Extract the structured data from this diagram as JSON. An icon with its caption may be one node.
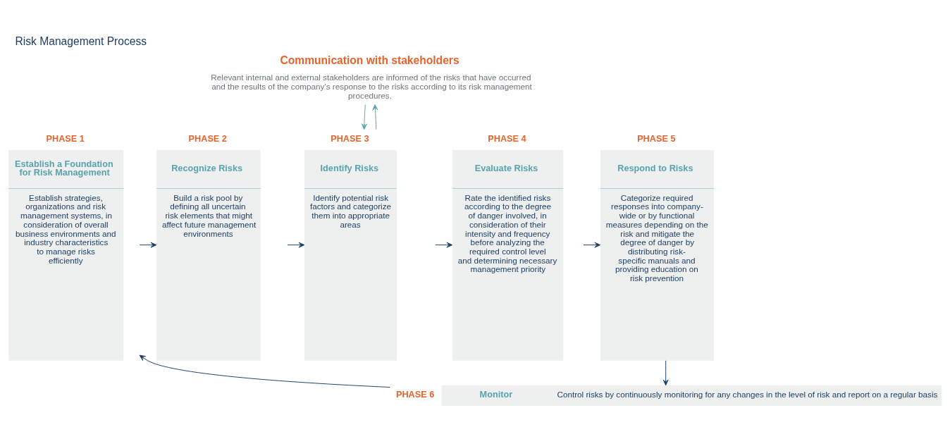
{
  "diagram": {
    "title": "Risk Management Process",
    "nodes": [
      {
        "text": [
          "Communication with stakeholders",
          "Relevant internal and external stakeholders are informed of the risks that have occurred and the results of the company’s response to the risks according to its risk management procedures."
        ]
      },
      {
        "text": [
          "Establish a Foundation for Risk Management",
          "Establish strategies, organizations and risk management systems, in consideration of overall business environments and industry characteristics to manage risks efficiently"
        ],
        "beside": [
          "PHASE 1"
        ]
      },
      {
        "text": [
          "Recognize Risks",
          "Build a risk pool by defining all uncertain risk elements that might affect future management environments"
        ],
        "beside": [
          "PHASE 2"
        ]
      },
      {
        "text": [
          "Identify Risks",
          "Identify potential risk factors and categorize them into appropriate areas"
        ],
        "beside": [
          "PHASE 3"
        ]
      },
      {
        "text": [
          "Evaluate Risks",
          "Rate the identified risks according to the degree of danger involved, in consideration of their intensity and frequency before analyzing the required control level and determining necessary management priority"
        ],
        "beside": [
          "PHASE 4"
        ]
      },
      {
        "text": [
          "Respond to Risks",
          "Categorize required responses into company-wide or by functional measures depending on the risk and mitigate the degree of danger by distributing risk-specific manuals and providing education on risk prevention"
        ],
        "beside": [
          "PHASE 5"
        ]
      },
      {
        "text": [
          "Monitor",
          "Control risks by continuously monitoring for any changes in the level of risk and report on a regular basis"
        ],
        "beside": [
          "PHASE 6"
        ]
      }
    ],
    "edges": [
      {
        "from": 0,
        "to": 3,
        "arrow": "to",
        "color": "#5aa3ad"
      },
      {
        "from": 3,
        "to": 0,
        "arrow": "to",
        "color": "#5aa3ad"
      },
      {
        "from": 1,
        "to": 2,
        "arrow": "to"
      },
      {
        "from": 2,
        "to": 3,
        "arrow": "to"
      },
      {
        "from": 3,
        "to": 4,
        "arrow": "to"
      },
      {
        "from": 4,
        "to": 5,
        "arrow": "to"
      },
      {
        "from": 5,
        "to": 6,
        "arrow": "to"
      },
      {
        "from": 6,
        "to": 1,
        "arrow": "to"
      }
    ]
  }
}
